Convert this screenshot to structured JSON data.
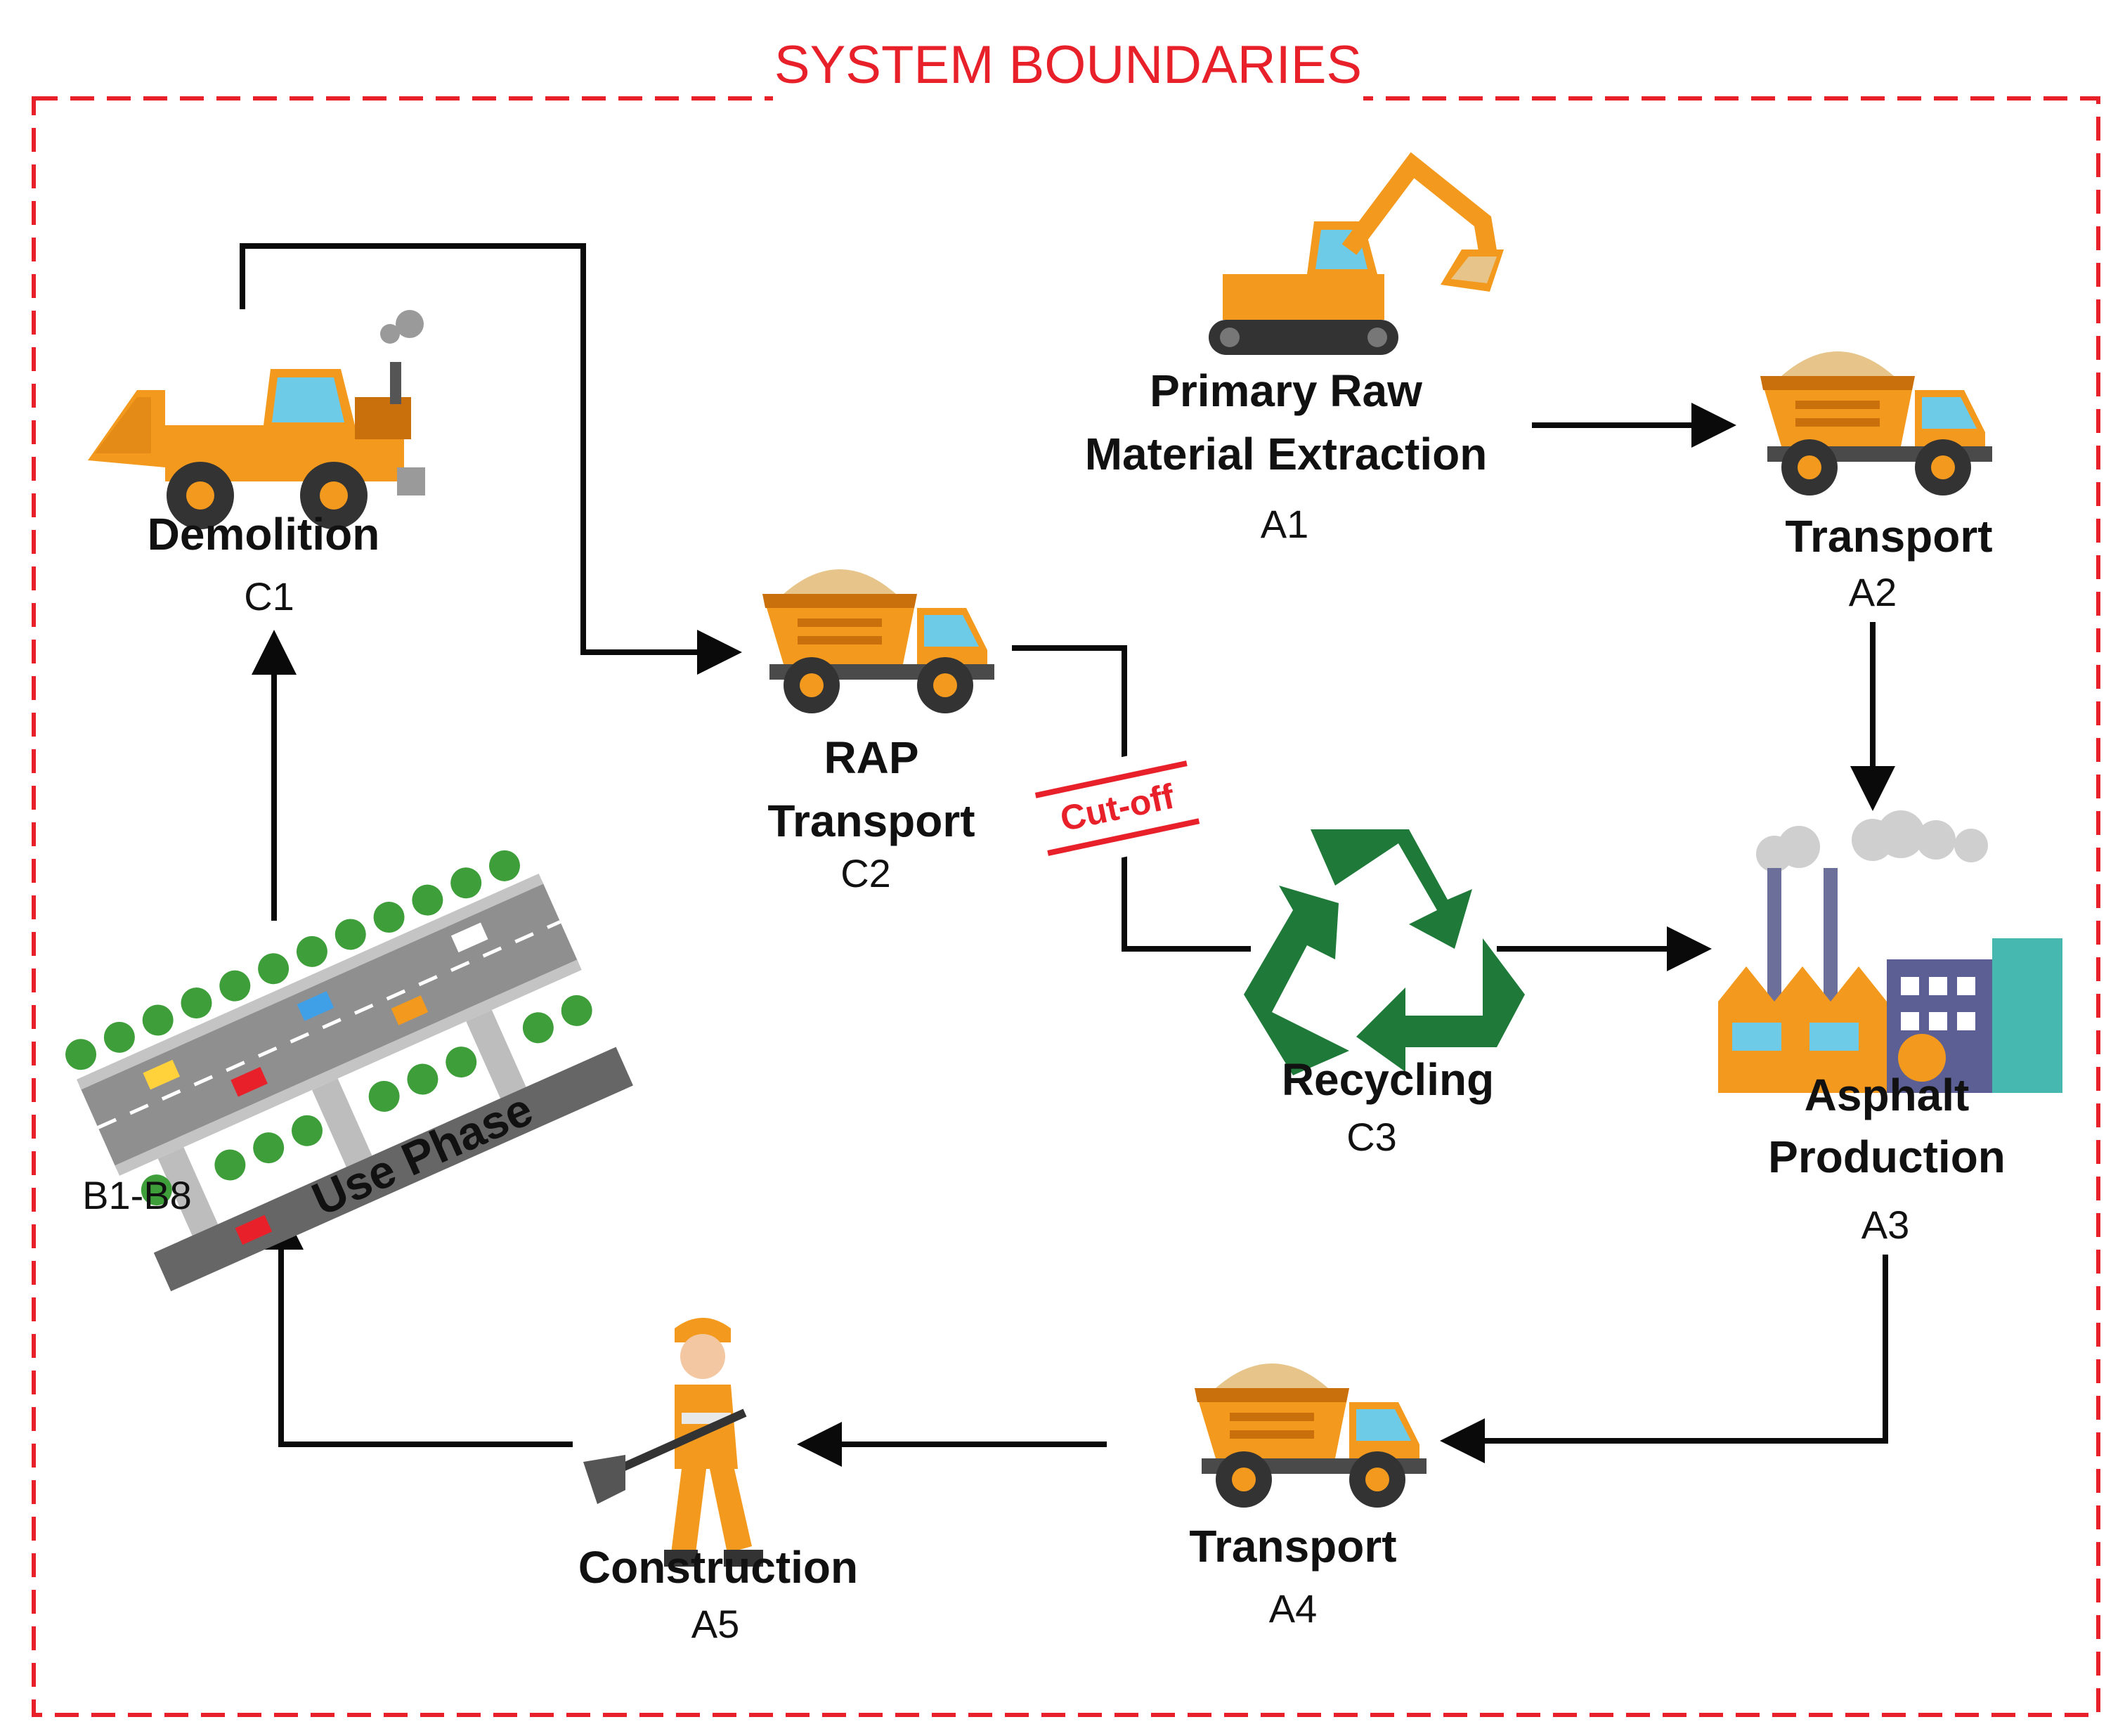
{
  "title": "SYSTEM BOUNDARIES",
  "colors": {
    "boundary": "#e8202a",
    "machine": "#f39a1e",
    "machine_dark": "#c96f0c",
    "recycle": "#1f7a3a",
    "arrow": "#0a0a0a"
  },
  "stages": {
    "demolition": {
      "label": "Demolition",
      "code": "C1"
    },
    "rap_transport": {
      "label_line1": "RAP",
      "label_line2": "Transport",
      "code": "C2"
    },
    "recycling": {
      "label": "Recycling",
      "code": "C3"
    },
    "extraction": {
      "label_line1": "Primary Raw",
      "label_line2": "Material Extraction",
      "code": "A1"
    },
    "transport_a2": {
      "label": "Transport",
      "code": "A2"
    },
    "asphalt_production": {
      "label_line1": "Asphalt",
      "label_line2": "Production",
      "code": "A3"
    },
    "transport_a4": {
      "label": "Transport",
      "code": "A4"
    },
    "construction": {
      "label": "Construction",
      "code": "A5"
    },
    "use_phase": {
      "label": "Use Phase",
      "code": "B1-B8"
    }
  },
  "cutoff_label": "Cut-off",
  "icons": [
    "wheel-loader-icon",
    "dump-truck-icon",
    "excavator-icon",
    "recycle-icon",
    "factory-icon",
    "worker-shovel-icon",
    "highway-icon"
  ]
}
